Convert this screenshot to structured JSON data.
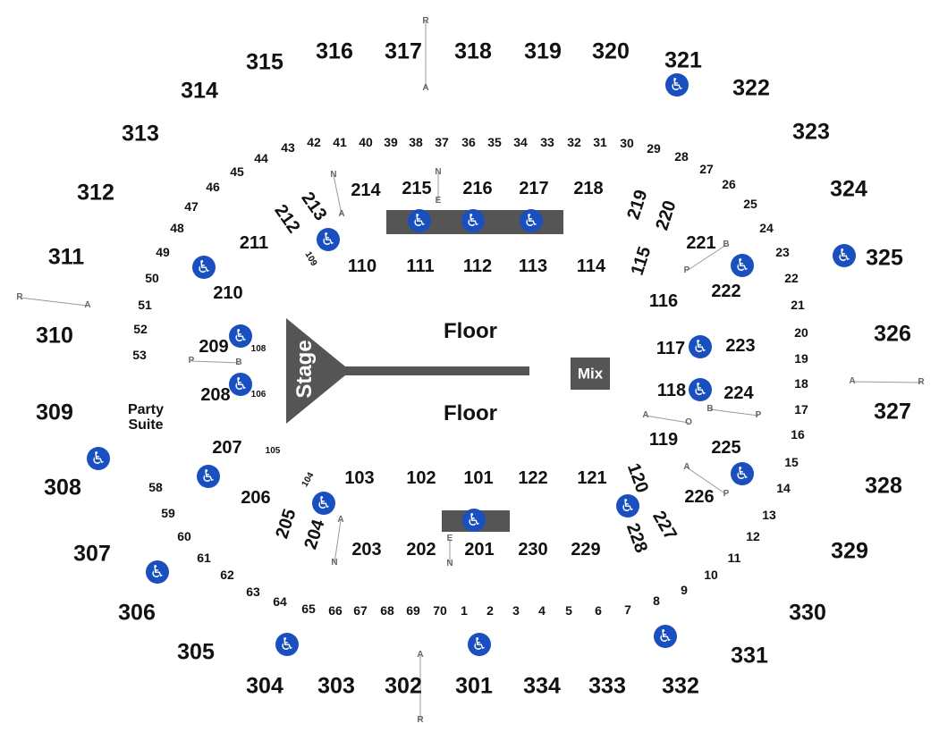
{
  "venue_map": {
    "stage_label": "Stage",
    "floor_labels": [
      "Floor",
      "Floor"
    ],
    "mix_label": "Mix",
    "party_suite_label": [
      "Party",
      "Suite"
    ],
    "accessible_icon": "wheelchair-icon",
    "colors": {
      "stage": "#555555",
      "accessible": "#1a4fbf",
      "text": "#111111"
    },
    "upper_sections": [
      "301",
      "302",
      "303",
      "304",
      "305",
      "306",
      "307",
      "308",
      "309",
      "310",
      "311",
      "312",
      "313",
      "314",
      "315",
      "316",
      "317",
      "318",
      "319",
      "320",
      "321",
      "322",
      "323",
      "324",
      "325",
      "326",
      "327",
      "328",
      "329",
      "330",
      "331",
      "332",
      "333",
      "334"
    ],
    "club_sections": [
      "201",
      "202",
      "203",
      "204",
      "205",
      "206",
      "207",
      "208",
      "209",
      "210",
      "211",
      "212",
      "213",
      "214",
      "215",
      "216",
      "217",
      "218",
      "219",
      "220",
      "221",
      "222",
      "223",
      "224",
      "225",
      "226",
      "227",
      "228",
      "229",
      "230"
    ],
    "lower_sections": [
      "101",
      "102",
      "103",
      "104",
      "105",
      "106",
      "108",
      "109",
      "110",
      "111",
      "112",
      "113",
      "114",
      "115",
      "116",
      "117",
      "118",
      "119",
      "120",
      "121",
      "122"
    ],
    "suites": [
      "1",
      "2",
      "3",
      "4",
      "5",
      "6",
      "7",
      "8",
      "9",
      "10",
      "11",
      "12",
      "13",
      "14",
      "15",
      "16",
      "17",
      "18",
      "19",
      "20",
      "21",
      "22",
      "23",
      "24",
      "25",
      "26",
      "27",
      "28",
      "29",
      "30",
      "31",
      "32",
      "33",
      "34",
      "35",
      "36",
      "37",
      "38",
      "39",
      "40",
      "41",
      "42",
      "43",
      "44",
      "45",
      "46",
      "47",
      "48",
      "49",
      "50",
      "51",
      "52",
      "53",
      "58",
      "59",
      "60",
      "61",
      "62",
      "63",
      "64",
      "65",
      "66",
      "67",
      "68",
      "69",
      "70"
    ],
    "row_markers": [
      {
        "from": "R",
        "to": "A"
      },
      {
        "from": "A",
        "to": "R"
      },
      {
        "from": "R",
        "to": "A"
      },
      {
        "from": "A",
        "to": "R"
      },
      {
        "from": "N",
        "to": "A"
      },
      {
        "from": "N",
        "to": "E"
      },
      {
        "from": "P",
        "to": "B"
      },
      {
        "from": "P",
        "to": "B"
      },
      {
        "from": "B",
        "to": "P"
      },
      {
        "from": "A",
        "to": "O"
      },
      {
        "from": "A",
        "to": "P"
      },
      {
        "from": "A",
        "to": "N"
      },
      {
        "from": "E",
        "to": "N"
      }
    ]
  }
}
